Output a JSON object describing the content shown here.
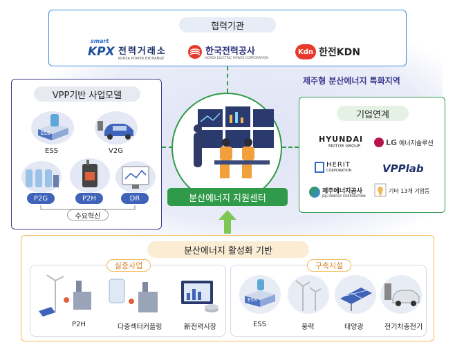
{
  "partners": {
    "title": "협력기관",
    "kpx": {
      "badge": "smart",
      "mark": "KPX",
      "name": "전력거래소",
      "en": "KOREA POWER EXCHANGE"
    },
    "kepco": {
      "name": "한국전력공사",
      "en": "KOREA ELECTRIC POWER CORPORATION"
    },
    "kdn": {
      "mark": "Kdn",
      "name": "한전KDN"
    }
  },
  "region": "제주형 분산에너지 특화지역",
  "vpp": {
    "title": "VPP기반 사업모델",
    "items": [
      "ESS",
      "V2G",
      "P2G",
      "P2H",
      "DR"
    ],
    "ess_tank": "ESS",
    "bottom": "수요혁신"
  },
  "center": {
    "label": "분산에너지 지원센터"
  },
  "companies": {
    "title": "기업연계",
    "hyundai": {
      "name": "HYUNDAI",
      "sub": "MOTOR GROUP"
    },
    "lg": {
      "mark": "LG",
      "name": "에너지솔루션"
    },
    "herit": {
      "name": "HERIT",
      "sub": "CORPORATION"
    },
    "vpplab": "VPPlab",
    "jeju": {
      "name": "제주에너지공사",
      "sub": "JEJU ENERGY CORPORATION"
    },
    "others": "기타 13개 기업등"
  },
  "base": {
    "title": "분산에너지 활성화 기반",
    "demo": {
      "tag": "실증사업",
      "items": [
        "P2H",
        "다중섹터커플링",
        "新전력시장"
      ]
    },
    "facility": {
      "tag": "구축시설",
      "items": [
        "ESS",
        "풍력",
        "태양광",
        "전기차충전기"
      ]
    },
    "ess_tank": "ESS"
  },
  "colors": {
    "blue": "#3d8be0",
    "navy": "#3a3a8a",
    "green": "#2f9a49",
    "orange": "#f2b857"
  }
}
